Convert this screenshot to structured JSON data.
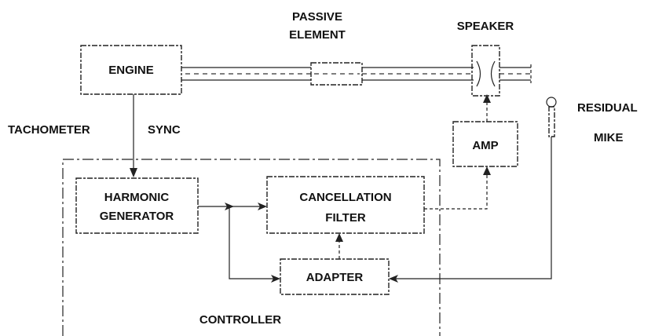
{
  "blocks": {
    "engine": "ENGINE",
    "passive_element": [
      "PASSIVE",
      "ELEMENT"
    ],
    "speaker": "SPEAKER",
    "amp": "AMP",
    "residual_mike": [
      "RESIDUAL",
      "MIKE"
    ],
    "tachometer": "TACHOMETER",
    "sync": "SYNC",
    "harmonic_generator": [
      "HARMONIC",
      "GENERATOR"
    ],
    "cancellation_filter": [
      "CANCELLATION",
      "FILTER"
    ],
    "adapter": "ADAPTER",
    "controller": "CONTROLLER"
  }
}
